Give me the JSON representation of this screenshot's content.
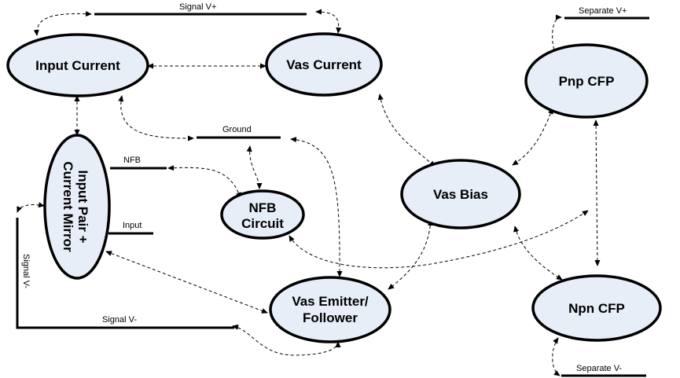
{
  "nodes": {
    "input_current": "Input Current",
    "vas_current": "Vas Current",
    "pnp_cfp": "Pnp CFP",
    "input_pair_line1": "Input Pair +",
    "input_pair_line2": "Current Mirror",
    "nfb_circuit_line1": "NFB",
    "nfb_circuit_line2": "Circuit",
    "vas_bias": "Vas Bias",
    "vas_emitter_line1": "Vas Emitter/",
    "vas_emitter_line2": "Follower",
    "npn_cfp": "Npn CFP"
  },
  "rails": {
    "signal_v_plus": "Signal V+",
    "separate_v_plus": "Separate V+",
    "ground": "Ground",
    "nfb": "NFB",
    "input": "Input",
    "signal_v_minus_vertical": "Signal V-",
    "signal_v_minus": "Signal V-",
    "separate_v_minus": "Separate V-"
  },
  "colors": {
    "node_fill": "#e8eef8",
    "stroke": "#000000"
  }
}
